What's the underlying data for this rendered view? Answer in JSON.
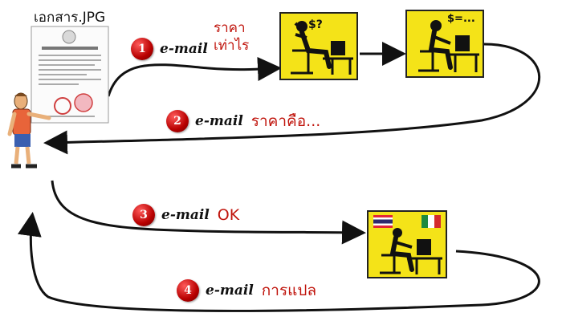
{
  "document": {
    "filename": "เอกสาร.JPG"
  },
  "steps": [
    {
      "number": "1",
      "channel": "e-mail",
      "message_line1": "ราคา",
      "message_line2": "เท่าไร"
    },
    {
      "number": "2",
      "channel": "e-mail",
      "message": "ราคาคือ..."
    },
    {
      "number": "3",
      "channel": "e-mail",
      "message": "OK"
    },
    {
      "number": "4",
      "channel": "e-mail",
      "message": "การแปล"
    }
  ],
  "panels": {
    "thinking": {
      "icon": "person-thinking-at-computer-icon",
      "label": "$?"
    },
    "quoting": {
      "icon": "person-typing-at-computer-icon",
      "label": "$=..."
    },
    "translating": {
      "icon": "person-translating-at-computer-icon",
      "flags": [
        "thai-flag-icon",
        "italian-flag-icon"
      ]
    }
  },
  "colors": {
    "arrow": "#111111",
    "badge": "#c00000",
    "panel": "#f4e318",
    "message_text": "#c0140c"
  }
}
